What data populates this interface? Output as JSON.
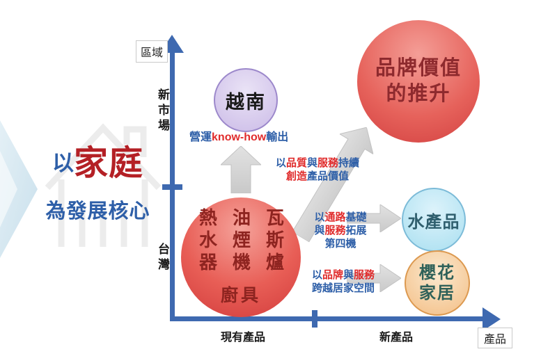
{
  "palette": {
    "axis_blue": "#3E69B0",
    "text_blue": "#2E5FA8",
    "text_red": "#E02B2B",
    "banner_red": "#B42025",
    "brand_circle_text": "#8E2A2E",
    "core_circle_text": "#8E2420",
    "seafood_text": "#2F5F6E",
    "sakura_text": "#2F6159",
    "arrow_gray": "#D3D3D3",
    "vietnam_border": "#9C88CB",
    "seafood_border": "#7CBBD8",
    "sakura_border": "#DC9950"
  },
  "banner": {
    "prefix": "以",
    "highlight": "家庭",
    "line2": "為發展核心"
  },
  "axes": {
    "y_box_label": "區域",
    "x_box_label": "產品",
    "y_upper_label": "新市場",
    "y_lower_label": "台灣",
    "x_left_label": "現有產品",
    "x_right_label": "新產品"
  },
  "circles": {
    "vietnam": {
      "label": "越南"
    },
    "brand_value": {
      "line1": "品牌價值",
      "line2": "的推升"
    },
    "core": {
      "col1": "熱水器",
      "col2": "油煙機",
      "col3": "瓦斯爐",
      "bottom": "廚具"
    },
    "seafood": {
      "label": "水產品"
    },
    "sakura_home": {
      "line1": "櫻花",
      "line2": "家居"
    }
  },
  "annotations": {
    "knowhow": {
      "segs": [
        {
          "t": "營運"
        },
        {
          "t": "know-how"
        },
        {
          "t": "輸出"
        }
      ]
    },
    "quality": {
      "line1": [
        {
          "t": "以"
        },
        {
          "t": "品質"
        },
        {
          "t": "與"
        },
        {
          "t": "服務"
        },
        {
          "t": "持續"
        }
      ],
      "line2": [
        {
          "t": "創造"
        },
        {
          "t": "產品價值"
        }
      ]
    },
    "channel": {
      "line1": [
        {
          "t": "以"
        },
        {
          "t": "通路"
        },
        {
          "t": "基礎"
        }
      ],
      "line2": [
        {
          "t": "與"
        },
        {
          "t": "服務"
        },
        {
          "t": "拓展"
        }
      ],
      "line3": [
        {
          "t": "第四機"
        }
      ]
    },
    "homespace": {
      "line1": [
        {
          "t": "以"
        },
        {
          "t": "品牌"
        },
        {
          "t": "與"
        },
        {
          "t": "服務"
        }
      ],
      "line2": [
        {
          "t": "跨越居家空間"
        }
      ]
    }
  },
  "icons": {
    "chevron_decoration": "chevron-right-shape",
    "house_watermark": "house-outline",
    "up_arrow": "arrow-up",
    "diagonal_arrow": "arrow-up-right",
    "right_arrow": "arrow-right"
  }
}
